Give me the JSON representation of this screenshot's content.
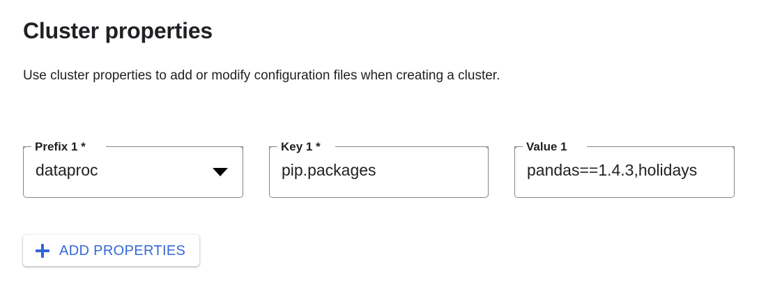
{
  "page": {
    "title": "Cluster properties",
    "description": "Use cluster properties to add or modify configuration files when creating a cluster."
  },
  "colors": {
    "accent_blue": "#3367D6",
    "text_primary": "#202124",
    "field_border": "#80868B",
    "background": "#FFFFFF"
  },
  "fields": [
    {
      "label": "Prefix 1 *",
      "value": "dataproc",
      "type": "select",
      "required": true,
      "icon": "chevron-down-icon"
    },
    {
      "label": "Key 1 *",
      "value": "pip.packages",
      "type": "text",
      "required": true
    },
    {
      "label": "Value 1",
      "value": "pandas==1.4.3,holidays",
      "type": "text",
      "required": false
    }
  ],
  "add_button": {
    "label": "ADD PROPERTIES",
    "icon": "plus-icon"
  }
}
